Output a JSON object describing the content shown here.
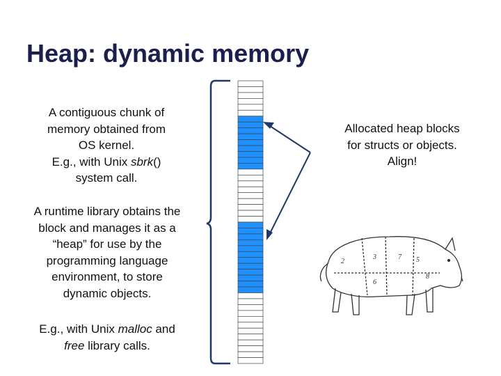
{
  "slide": {
    "title": "Heap: dynamic memory",
    "para1": {
      "lines": [
        "A contiguous chunk of",
        "memory obtained from",
        "OS kernel."
      ],
      "line4_prefix": "E.g., with Unix ",
      "line4_italic": "sbrk",
      "line4_suffix": "()",
      "line5": "system call."
    },
    "para2": {
      "lines": [
        "A runtime library obtains the",
        "block and manages it as a",
        "“heap” for use by the",
        "programming language",
        "environment, to store",
        "dynamic objects."
      ]
    },
    "para3": {
      "line1_prefix": "E.g., with Unix ",
      "line1_italic": "malloc",
      "line1_suffix": " and",
      "line2_italic": "free",
      "line2_suffix": " library calls."
    },
    "callout": {
      "lines": [
        "Allocated heap blocks",
        "for structs or objects.",
        "Align!"
      ]
    }
  },
  "memory": {
    "cell_count": 48,
    "allocated_ranges": [
      [
        6,
        14
      ],
      [
        24,
        35
      ]
    ]
  },
  "colors": {
    "title": "#1a1f4e",
    "allocated": "#1e90ff",
    "free": "#ffffff",
    "cell_border": "#444444",
    "arrow": "#1f3864",
    "bracket": "#1f3864"
  },
  "image": {
    "label": "pig-butcher-diagram"
  }
}
